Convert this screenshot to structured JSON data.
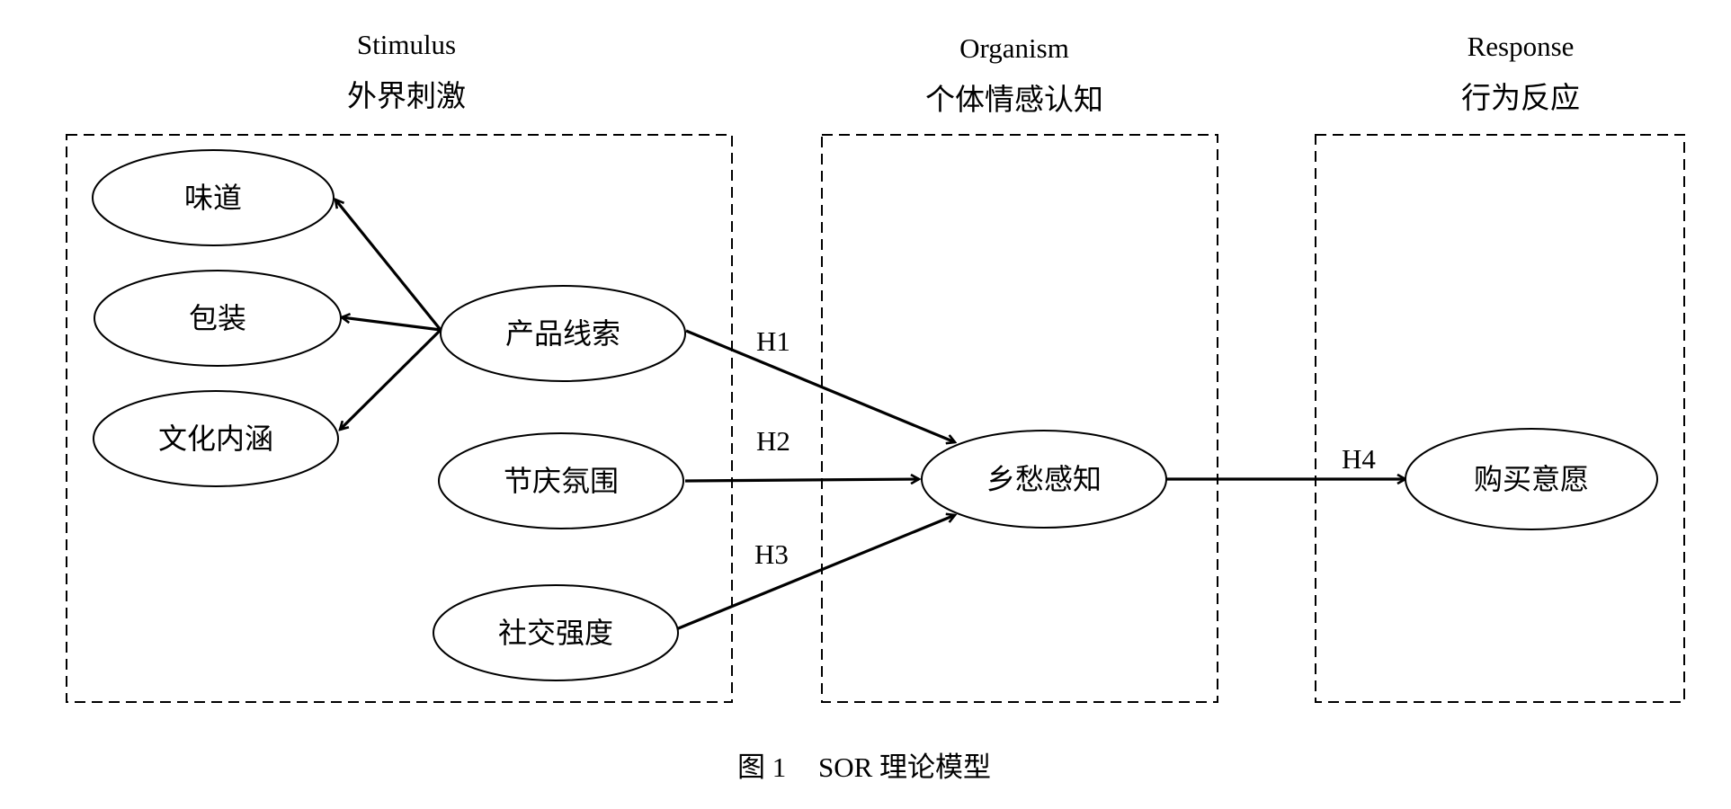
{
  "headers": {
    "stimulus": {
      "en": "Stimulus",
      "zh": "外界刺激"
    },
    "organism": {
      "en": "Organism",
      "zh": "个体情感认知"
    },
    "response": {
      "en": "Response",
      "zh": "行为反应"
    }
  },
  "nodes": {
    "taste": "味道",
    "packaging": "包装",
    "culture": "文化内涵",
    "product_cue": "产品线索",
    "festival": "节庆氛围",
    "social": "社交强度",
    "nostalgia": "乡愁感知",
    "purchase": "购买意愿"
  },
  "hypotheses": {
    "h1": "H1",
    "h2": "H2",
    "h3": "H3",
    "h4": "H4"
  },
  "caption": {
    "number": "图 1",
    "title": "SOR 理论模型"
  }
}
